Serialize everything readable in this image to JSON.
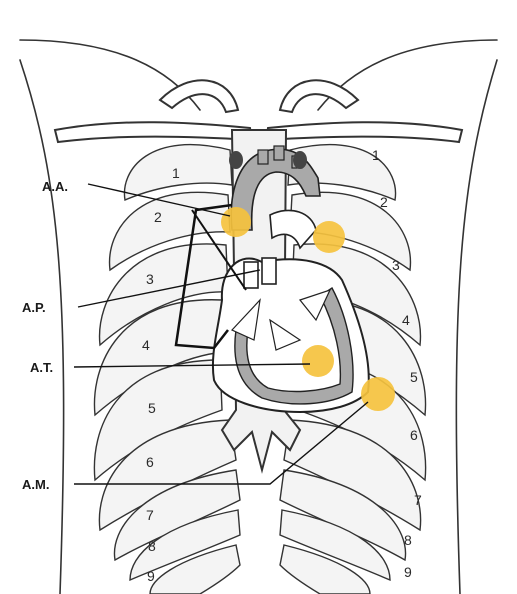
{
  "colors": {
    "auscultation_site": "#f5c23e",
    "heart_fill": "#a9a9a9",
    "line": "#222222"
  },
  "labels": {
    "aortic": "A.A.",
    "pulmonary": "A.P.",
    "tricuspid": "A.T.",
    "mitral": "A.M."
  },
  "rib_numbers": {
    "right": [
      "1",
      "2",
      "3",
      "4",
      "5",
      "6",
      "7",
      "8",
      "9"
    ],
    "left": [
      "1",
      "2",
      "3",
      "4",
      "5",
      "6",
      "7",
      "8",
      "9"
    ]
  }
}
